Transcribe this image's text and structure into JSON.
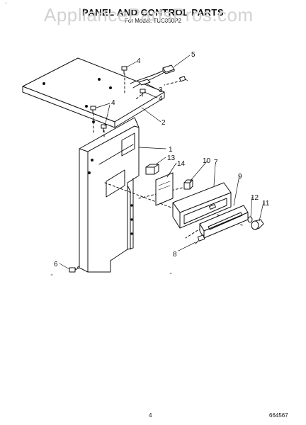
{
  "watermark": "AppliancePartsPros.com",
  "title": "PANEL AND CONTROL PARTS",
  "subtitle": "For Model: TUC050P2",
  "corner_mark": "'",
  "page_number": "4",
  "diagram_code": "664567",
  "callouts": [
    "1",
    "2",
    "3",
    "4",
    "4",
    "4",
    "5",
    "6",
    "7",
    "8",
    "9",
    "10",
    "11",
    "12",
    "13",
    "14"
  ]
}
